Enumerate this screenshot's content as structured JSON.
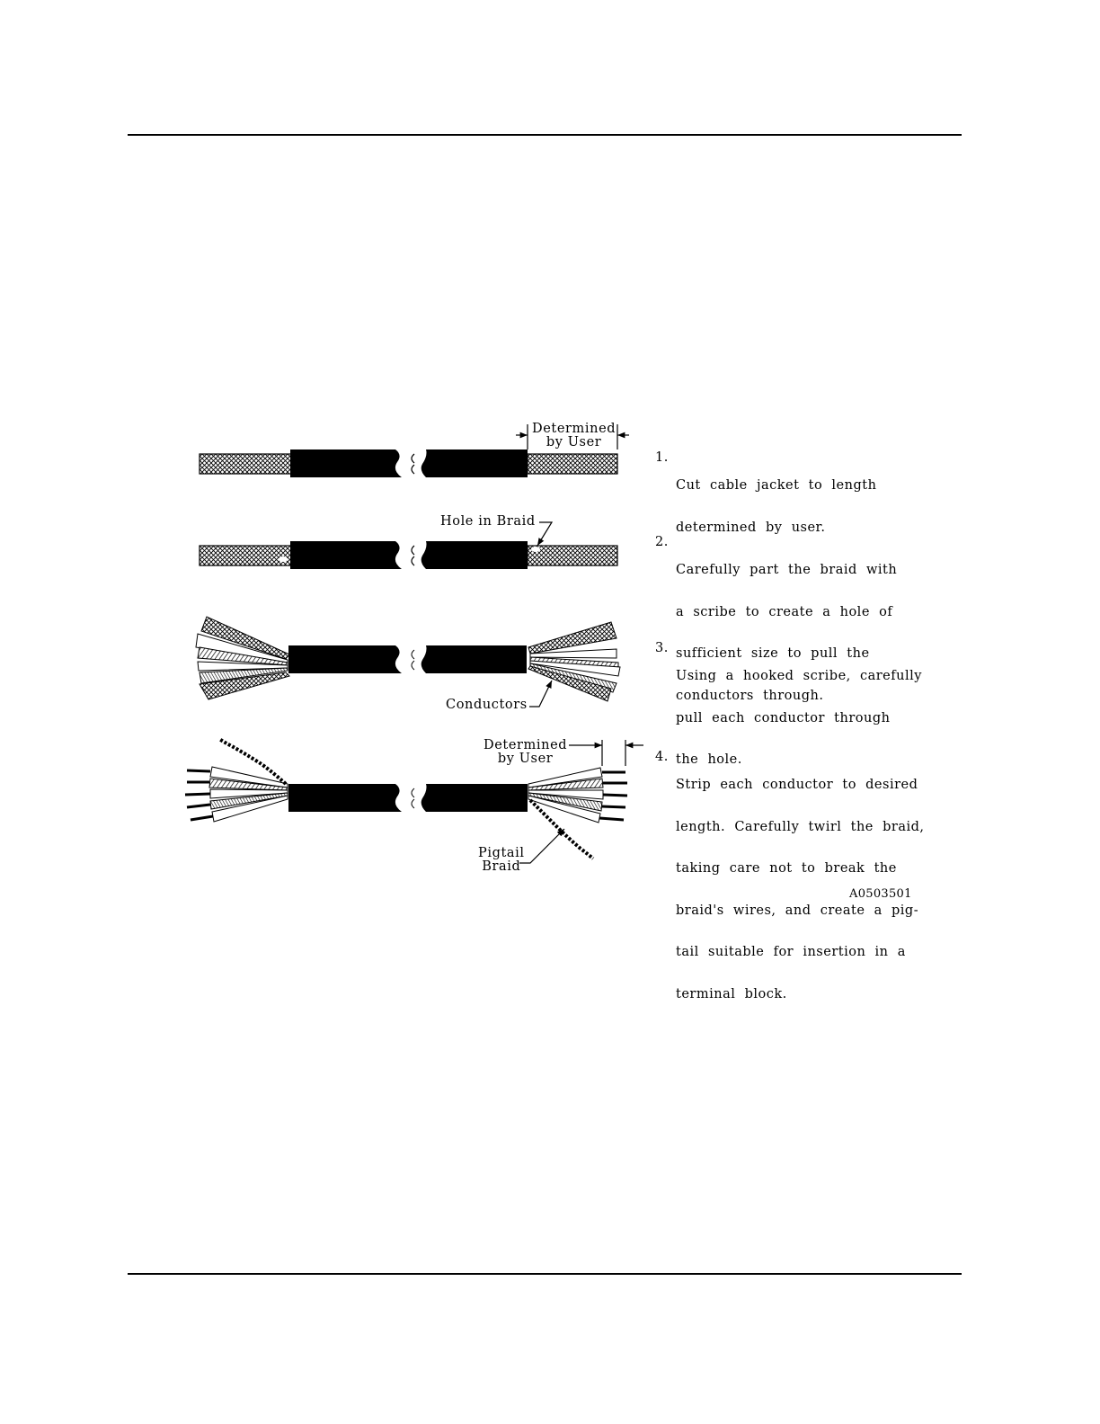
{
  "figure_id": "A0503501",
  "callouts": {
    "determined_1": [
      "Determined",
      "by User"
    ],
    "hole_in_braid": "Hole in Braid",
    "conductors": "Conductors",
    "determined_4": [
      "Determined",
      "by User"
    ],
    "pigtail_braid": [
      "Pigtail",
      "Braid"
    ]
  },
  "steps": [
    {
      "number": "1.",
      "lines": [
        "Cut  cable  jacket  to  length",
        "determined  by  user."
      ]
    },
    {
      "number": "2.",
      "lines": [
        "Carefully  part  the  braid  with",
        "a  scribe  to  create  a  hole  of",
        "sufficient  size  to  pull  the",
        "conductors  through."
      ]
    },
    {
      "number": "3.",
      "lines": [
        "Using  a  hooked  scribe,  carefully",
        "pull  each  conductor  through",
        "the  hole."
      ]
    },
    {
      "number": "4.",
      "lines": [
        "Strip  each  conductor  to  desired",
        "length.  Carefully  twirl  the  braid,",
        "taking  care  not  to  break  the",
        "braid's  wires,  and  create  a  pig-",
        "tail  suitable  for  insertion  in  a",
        "terminal  block."
      ]
    }
  ]
}
